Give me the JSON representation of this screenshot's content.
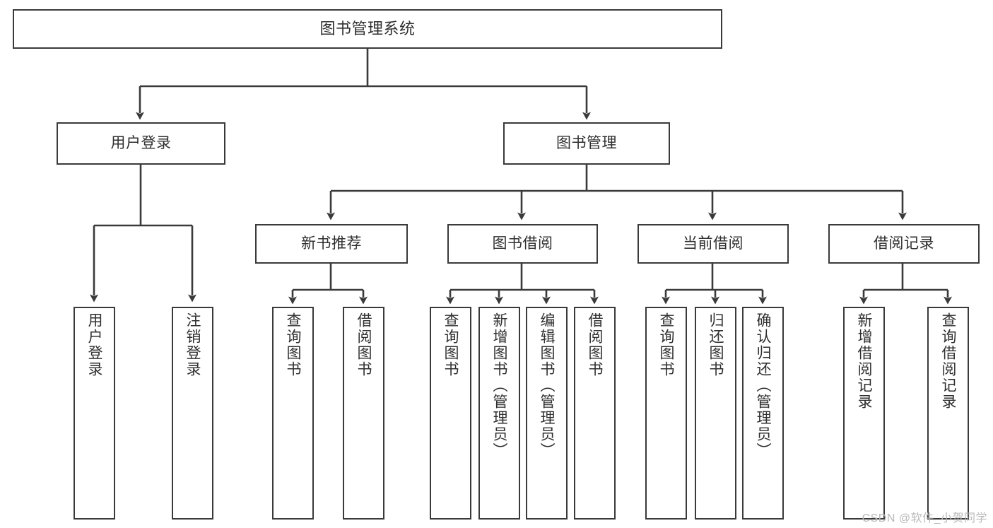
{
  "diagram": {
    "title": "图书管理系统",
    "type": "tree",
    "watermark": "CSDN @软件_小贺同学",
    "colors": {
      "box_border": "#3a3a3a",
      "box_fill": "#ffffff",
      "connector": "#3a3a3a",
      "text": "#2f2f2f",
      "watermark": "#b9b9b9"
    },
    "nodes": {
      "root": {
        "label": "图书管理系统"
      },
      "level1": [
        {
          "id": "user-login",
          "label": "用户登录"
        },
        {
          "id": "book-manage",
          "label": "图书管理"
        }
      ],
      "level2": [
        {
          "id": "new-book-recommend",
          "label": "新书推荐"
        },
        {
          "id": "book-borrow",
          "label": "图书借阅"
        },
        {
          "id": "current-borrow",
          "label": "当前借阅"
        },
        {
          "id": "borrow-record",
          "label": "借阅记录"
        }
      ],
      "leaves": {
        "user-login": [
          {
            "id": "leaf-user-login",
            "label": "用户登录"
          },
          {
            "id": "leaf-logout",
            "label": "注销登录"
          }
        ],
        "new-book-recommend": [
          {
            "id": "leaf-query-book-1",
            "label": "查询图书"
          },
          {
            "id": "leaf-borrow-book-1",
            "label": "借阅图书"
          }
        ],
        "book-borrow": [
          {
            "id": "leaf-query-book-2",
            "label": "查询图书"
          },
          {
            "id": "leaf-add-book",
            "label": "新增图书（管理员）"
          },
          {
            "id": "leaf-edit-book",
            "label": "编辑图书（管理员）"
          },
          {
            "id": "leaf-borrow-book-2",
            "label": "借阅图书"
          }
        ],
        "current-borrow": [
          {
            "id": "leaf-query-book-3",
            "label": "查询图书"
          },
          {
            "id": "leaf-return-book",
            "label": "归还图书"
          },
          {
            "id": "leaf-confirm-return",
            "label": "确认归还（管理员）"
          }
        ],
        "borrow-record": [
          {
            "id": "leaf-add-record",
            "label": "新增借阅记录"
          },
          {
            "id": "leaf-query-record",
            "label": "查询借阅记录"
          }
        ]
      }
    }
  }
}
